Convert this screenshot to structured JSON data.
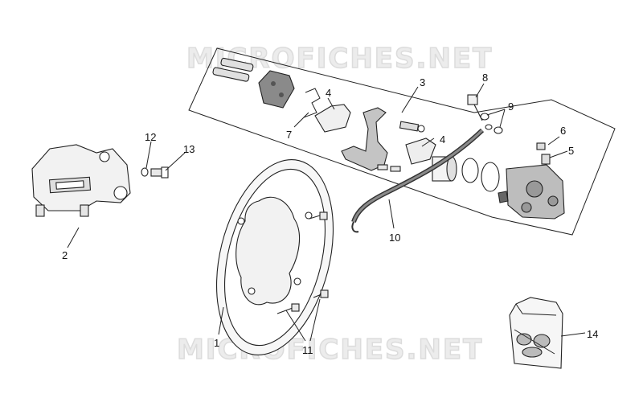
{
  "watermark": {
    "top": "MICROFICHES.NET",
    "bottom": "MICROFICHES.NET"
  },
  "callouts": {
    "p1": "1",
    "p2": "2",
    "p3": "3",
    "p4a": "4",
    "p4b": "4",
    "p5": "5",
    "p6": "6",
    "p7": "7",
    "p8": "8",
    "p9": "9",
    "p10": "10",
    "p11": "11",
    "p12": "12",
    "p13": "13",
    "p14": "14"
  }
}
